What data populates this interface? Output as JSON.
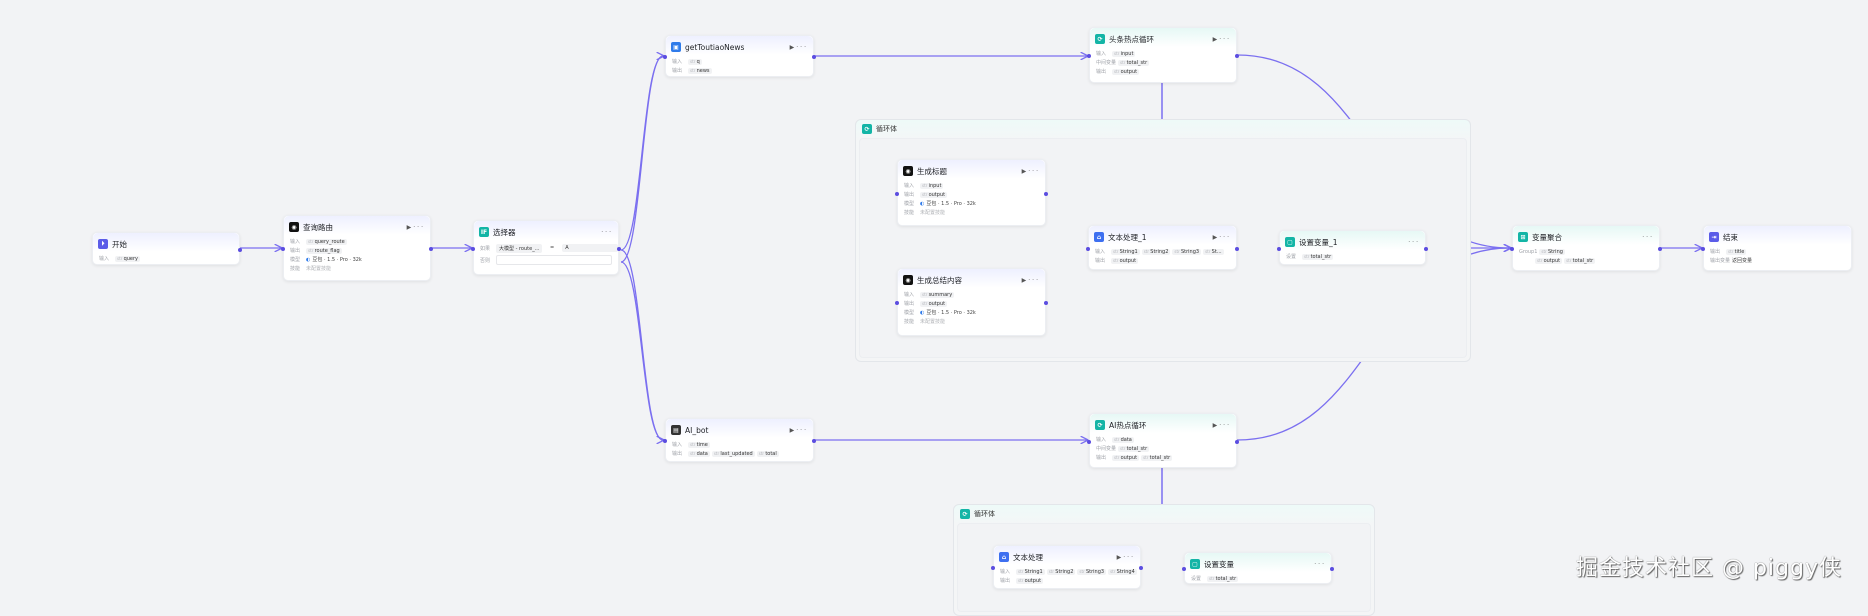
{
  "colors": {
    "edge": "#7b6ff0",
    "port": "#5b4de0",
    "canvas": "#f2f3f5",
    "llm": "#111111",
    "plugin": "#2f7bea",
    "loop": "#13b5a6",
    "text_process": "#3d6ff0",
    "start_end": "#5b5ce8",
    "bot": "#333333"
  },
  "labels": {
    "more": "···",
    "run": "▶"
  },
  "loops": [
    {
      "title": "循环体",
      "icon": "loop-icon"
    },
    {
      "title": "循环体",
      "icon": "loop-icon"
    }
  ],
  "nodes": [
    {
      "key": "start",
      "title": "开始",
      "icon": "start-icon",
      "glyph": "⏵",
      "color": "#5b5ce8",
      "run": false,
      "more": false,
      "rows": [
        {
          "label": "输入",
          "tags": [
            "query"
          ]
        }
      ]
    },
    {
      "key": "query-router",
      "title": "查询路由",
      "icon": "llm-icon",
      "glyph": "◉",
      "color": "#111111",
      "run": true,
      "more": true,
      "rows": [
        {
          "label": "输入",
          "tags": [
            "query_route"
          ]
        },
        {
          "label": "输出",
          "tags": [
            "route_flag"
          ]
        },
        {
          "label": "模型",
          "text": "豆包 · 1.5 · Pro · 32k"
        },
        {
          "label": "技能",
          "text": "未配置技能",
          "gray": true
        }
      ]
    },
    {
      "key": "selector",
      "title": "选择器",
      "icon": "if-icon",
      "glyph": "IF",
      "color": "#13b5a6",
      "run": false,
      "more": true,
      "cond": {
        "if_label": "如果",
        "left": "大模型 - route_...",
        "op": "=",
        "right": "A",
        "else_label": "否则"
      }
    },
    {
      "key": "get-toutiao-news",
      "title": "getToutiaoNews",
      "icon": "plugin-icon",
      "glyph": "▣",
      "color": "#2f7bea",
      "run": true,
      "more": true,
      "rows": [
        {
          "label": "输入",
          "tags": [
            "q"
          ]
        },
        {
          "label": "输出",
          "tags": [
            "news"
          ]
        }
      ]
    },
    {
      "key": "toutiao-loop",
      "title": "头条热点循环",
      "icon": "loop-icon",
      "glyph": "⟳",
      "color": "#13b5a6",
      "teal": true,
      "run": true,
      "more": true,
      "rows": [
        {
          "label": "输入",
          "tags": [
            "input"
          ]
        },
        {
          "label": "中间变量",
          "tags": [
            "total_str"
          ]
        },
        {
          "label": "输出",
          "tags": [
            "output"
          ]
        }
      ]
    },
    {
      "key": "gen-title",
      "title": "生成标题",
      "icon": "llm-icon",
      "glyph": "◉",
      "color": "#111111",
      "run": true,
      "more": true,
      "rows": [
        {
          "label": "输入",
          "tags": [
            "input"
          ]
        },
        {
          "label": "输出",
          "tags": [
            "output"
          ]
        },
        {
          "label": "模型",
          "text": "豆包 · 1.5 · Pro · 32k"
        },
        {
          "label": "技能",
          "text": "未配置技能",
          "gray": true
        }
      ]
    },
    {
      "key": "gen-summary",
      "title": "生成总结内容",
      "icon": "llm-icon",
      "glyph": "◉",
      "color": "#111111",
      "run": true,
      "more": true,
      "rows": [
        {
          "label": "输入",
          "tags": [
            "summary"
          ]
        },
        {
          "label": "输出",
          "tags": [
            "output"
          ]
        },
        {
          "label": "模型",
          "text": "豆包 · 1.5 · Pro · 32k"
        },
        {
          "label": "技能",
          "text": "未配置技能",
          "gray": true
        }
      ]
    },
    {
      "key": "text-process-1",
      "title": "文本处理_1",
      "icon": "text-process-icon",
      "glyph": "⌂",
      "color": "#3d6ff0",
      "run": true,
      "more": true,
      "rows": [
        {
          "label": "输入",
          "tags": [
            "String1",
            "String2",
            "String3",
            "St..."
          ]
        },
        {
          "label": "输出",
          "tags": [
            "output"
          ]
        }
      ]
    },
    {
      "key": "set-var-1",
      "title": "设置变量_1",
      "icon": "set-variable-icon",
      "glyph": "▢",
      "color": "#13b5a6",
      "teal": true,
      "run": false,
      "more": true,
      "rows": [
        {
          "label": "设置",
          "tags": [
            "total_str"
          ]
        }
      ]
    },
    {
      "key": "var-aggregate",
      "title": "变量聚合",
      "icon": "aggregate-icon",
      "glyph": "⊞",
      "color": "#13b5a6",
      "teal": true,
      "run": false,
      "more": true,
      "rows": [
        {
          "label": "Group1",
          "tags": [
            "String"
          ]
        },
        {
          "label": "",
          "tags": [
            "output",
            "total_str"
          ]
        }
      ]
    },
    {
      "key": "end",
      "title": "结束",
      "icon": "end-icon",
      "glyph": "⇥",
      "color": "#5b5ce8",
      "run": false,
      "more": false,
      "rows": [
        {
          "label": "输出",
          "tags": [
            "title"
          ]
        },
        {
          "label": "输出变量",
          "text": "返回变量"
        }
      ]
    },
    {
      "key": "ai-bot",
      "title": "AI_bot",
      "icon": "bot-plugin-icon",
      "glyph": "▤",
      "color": "#333333",
      "run": true,
      "more": true,
      "rows": [
        {
          "label": "输入",
          "tags": [
            "time"
          ]
        },
        {
          "label": "输出",
          "tags": [
            "data",
            "last_updated",
            "total"
          ]
        }
      ]
    },
    {
      "key": "ai-loop",
      "title": "AI热点循环",
      "icon": "loop-icon",
      "glyph": "⟳",
      "color": "#13b5a6",
      "teal": true,
      "run": true,
      "more": true,
      "rows": [
        {
          "label": "输入",
          "tags": [
            "data"
          ]
        },
        {
          "label": "中间变量",
          "tags": [
            "total_str"
          ]
        },
        {
          "label": "输出",
          "tags": [
            "output",
            "total_str"
          ]
        }
      ]
    },
    {
      "key": "text-process",
      "title": "文本处理",
      "icon": "text-process-icon",
      "glyph": "⌂",
      "color": "#3d6ff0",
      "run": true,
      "more": true,
      "rows": [
        {
          "label": "输入",
          "tags": [
            "String1",
            "String2",
            "String3",
            "String4"
          ]
        },
        {
          "label": "输出",
          "tags": [
            "output"
          ]
        }
      ]
    },
    {
      "key": "set-var",
      "title": "设置变量",
      "icon": "set-variable-icon",
      "glyph": "▢",
      "color": "#13b5a6",
      "teal": true,
      "run": false,
      "more": true,
      "rows": [
        {
          "label": "设置",
          "tags": [
            "total_str"
          ]
        }
      ]
    }
  ],
  "watermark": "掘金技术社区 @ piggy侠"
}
